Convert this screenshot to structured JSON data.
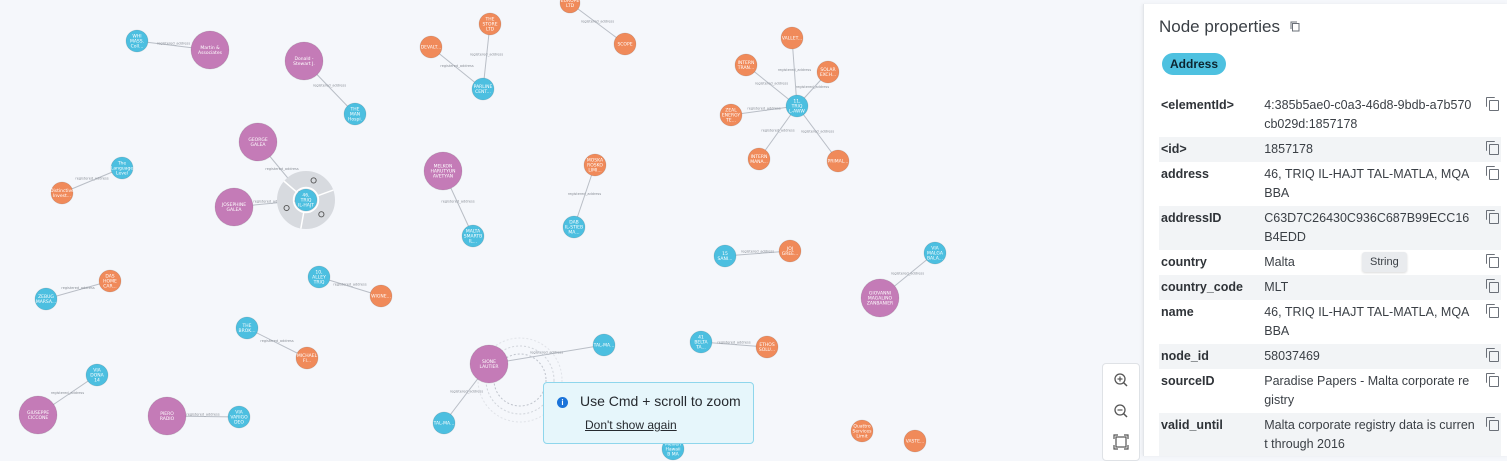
{
  "colors": {
    "person": "#c47bb7",
    "address": "#4cbfe0",
    "entity": "#f08a5a",
    "edge": "#b9bec6",
    "chip": "#4ec1e0",
    "toast_bg": "#e6f6fb",
    "toast_border": "#8ed6ec"
  },
  "graph": {
    "edge_label": "registered_address",
    "nodes": [
      {
        "id": "n1",
        "kind": "address",
        "text": "WHI MASS. Coll..."
      },
      {
        "id": "n2",
        "kind": "person",
        "text": "Martin & Associates"
      },
      {
        "id": "n3",
        "kind": "person",
        "text": "Donald - Stewart J."
      },
      {
        "id": "n4",
        "kind": "address",
        "text": "THE MAN Hospi. ME"
      },
      {
        "id": "n5",
        "kind": "entity",
        "text": "DEVALT..."
      },
      {
        "id": "n6",
        "kind": "entity",
        "text": "THE STORE LTD"
      },
      {
        "id": "n7",
        "kind": "address",
        "text": "PARLINE CENT..."
      },
      {
        "id": "n8",
        "kind": "entity",
        "text": "EUROPE LTD"
      },
      {
        "id": "n9",
        "kind": "entity",
        "text": "SCOPE"
      },
      {
        "id": "n10",
        "kind": "person",
        "text": "GEORGE GALEA"
      },
      {
        "id": "n11",
        "kind": "person",
        "text": "JOSEPHINE GALEA"
      },
      {
        "id": "n12",
        "kind": "address",
        "text": "46, TRIQ IL-HAJT TA..."
      },
      {
        "id": "n13",
        "kind": "address",
        "text": "The Language Level"
      },
      {
        "id": "n14",
        "kind": "entity",
        "text": "Distinctive Invest..."
      },
      {
        "id": "n15",
        "kind": "person",
        "text": "MELKON HARUTYUN AVETYAN"
      },
      {
        "id": "n16",
        "kind": "address",
        "text": "MALTA SMARTB IL..."
      },
      {
        "id": "n17",
        "kind": "entity",
        "text": "MOSKA ROSKO LIMI..."
      },
      {
        "id": "n18",
        "kind": "address",
        "text": "DAB IL-STIEB MA..."
      },
      {
        "id": "n19",
        "kind": "entity",
        "text": "INTERN TRAN..."
      },
      {
        "id": "n20",
        "kind": "entity",
        "text": "VALLET..."
      },
      {
        "id": "n21",
        "kind": "entity",
        "text": "SOLAR EXCH..."
      },
      {
        "id": "n22",
        "kind": "address",
        "text": "11, TRIQ L-AWW MAL..."
      },
      {
        "id": "n23",
        "kind": "entity",
        "text": "ZEAL ENERGY TE..."
      },
      {
        "id": "n24",
        "kind": "entity",
        "text": "INTERN MANA..."
      },
      {
        "id": "n25",
        "kind": "entity",
        "text": "PRIMAL..."
      },
      {
        "id": "n26",
        "kind": "address",
        "text": "15 SANI..."
      },
      {
        "id": "n27",
        "kind": "entity",
        "text": "JOJ GREE..."
      },
      {
        "id": "n28",
        "kind": "address",
        "text": "VIA MALGA BALA..."
      },
      {
        "id": "n29",
        "kind": "person",
        "text": "GIOVANNI MAGALINO ZANBANIER"
      },
      {
        "id": "n30",
        "kind": "address",
        "text": "ZEBUG MARSA..."
      },
      {
        "id": "n31",
        "kind": "entity",
        "text": "DAS HOME CAR..."
      },
      {
        "id": "n32",
        "kind": "address",
        "text": "10, ALLEY TRIQ"
      },
      {
        "id": "n33",
        "kind": "entity",
        "text": "WIGNE..."
      },
      {
        "id": "n34",
        "kind": "address",
        "text": "THE BROK..."
      },
      {
        "id": "n35",
        "kind": "entity",
        "text": "MICHAEL FI..."
      },
      {
        "id": "n36",
        "kind": "address",
        "text": "41 BELTA TA..."
      },
      {
        "id": "n37",
        "kind": "entity",
        "text": "ETHOS SOLU..."
      },
      {
        "id": "n38",
        "kind": "person",
        "text": "SIONE LAUTIER"
      },
      {
        "id": "n39",
        "kind": "address",
        "text": "TAL-MA..."
      },
      {
        "id": "n40",
        "kind": "address",
        "text": "TAL-MA..."
      },
      {
        "id": "n41",
        "kind": "address",
        "text": "VIA DONA 14 MALTA"
      },
      {
        "id": "n42",
        "kind": "person",
        "text": "GIUSEPPE CICCONE"
      },
      {
        "id": "n43",
        "kind": "person",
        "text": "PIERO RADIO"
      },
      {
        "id": "n44",
        "kind": "address",
        "text": "VIA VARIGO DEO"
      },
      {
        "id": "n45",
        "kind": "address",
        "text": "Mellieh Hawaii B MA"
      },
      {
        "id": "n46",
        "kind": "entity",
        "text": "Quattro Services Limit"
      },
      {
        "id": "n47",
        "kind": "entity",
        "text": "VASTE..."
      }
    ]
  },
  "panel": {
    "title": "Node properties",
    "label": "Address",
    "properties": [
      {
        "key": "<elementId>",
        "value": "4:385b5ae0-c0a3-46d8-9bdb-a7b570cb029d:1857178"
      },
      {
        "key": "<id>",
        "value": "1857178"
      },
      {
        "key": "address",
        "value": "46, TRIQ IL-HAJT TAL-MATLA, MQABBA"
      },
      {
        "key": "addressID",
        "value": "C63D7C26430C936C687B99ECC16B4EDD"
      },
      {
        "key": "country",
        "value": "Malta"
      },
      {
        "key": "country_code",
        "value": "MLT"
      },
      {
        "key": "name",
        "value": "46, TRIQ IL-HAJT TAL-MATLA, MQABBA"
      },
      {
        "key": "node_id",
        "value": "58037469"
      },
      {
        "key": "sourceID",
        "value": "Paradise Papers - Malta corporate registry"
      },
      {
        "key": "valid_until",
        "value": "Malta corporate registry data is current through 2016"
      }
    ],
    "tooltip": "String"
  },
  "zoom": {
    "in_icon": "zoom-in-icon",
    "out_icon": "zoom-out-icon",
    "fit_icon": "fit-screen-icon"
  },
  "toast": {
    "message": "Use Cmd + scroll to zoom",
    "link": "Don't show again",
    "icon": "info-icon"
  }
}
